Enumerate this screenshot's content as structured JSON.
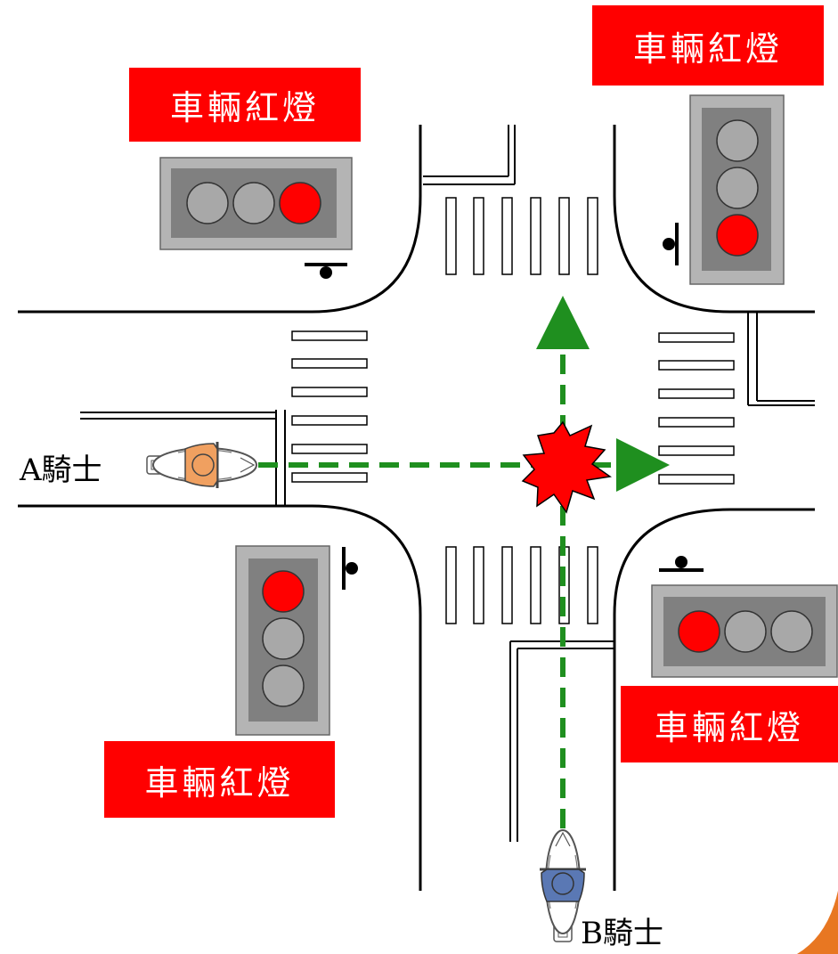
{
  "labels": {
    "top_left": "車輛紅燈",
    "top_right": "車輛紅燈",
    "bottom_left": "車輛紅燈",
    "bottom_right": "車輛紅燈"
  },
  "riders": {
    "a": "A騎士",
    "b": "B騎士"
  },
  "colors": {
    "label_bg": "#ff0000",
    "label_text": "#ffffff",
    "signal_housing_outer": "#b4b4b4",
    "signal_housing_inner": "#808080",
    "lamp_red": "#ff0000",
    "lamp_off": "#a8a8a8",
    "path_arrow": "#1f8f1f",
    "collision_burst": "#ff0000",
    "rider_a_body": "#f0a060",
    "rider_b_body": "#5a78b4"
  },
  "icons": {
    "collision": "collision-burst-icon",
    "rider_a": "motorcycle-rider-icon",
    "rider_b": "motorcycle-rider-icon"
  }
}
